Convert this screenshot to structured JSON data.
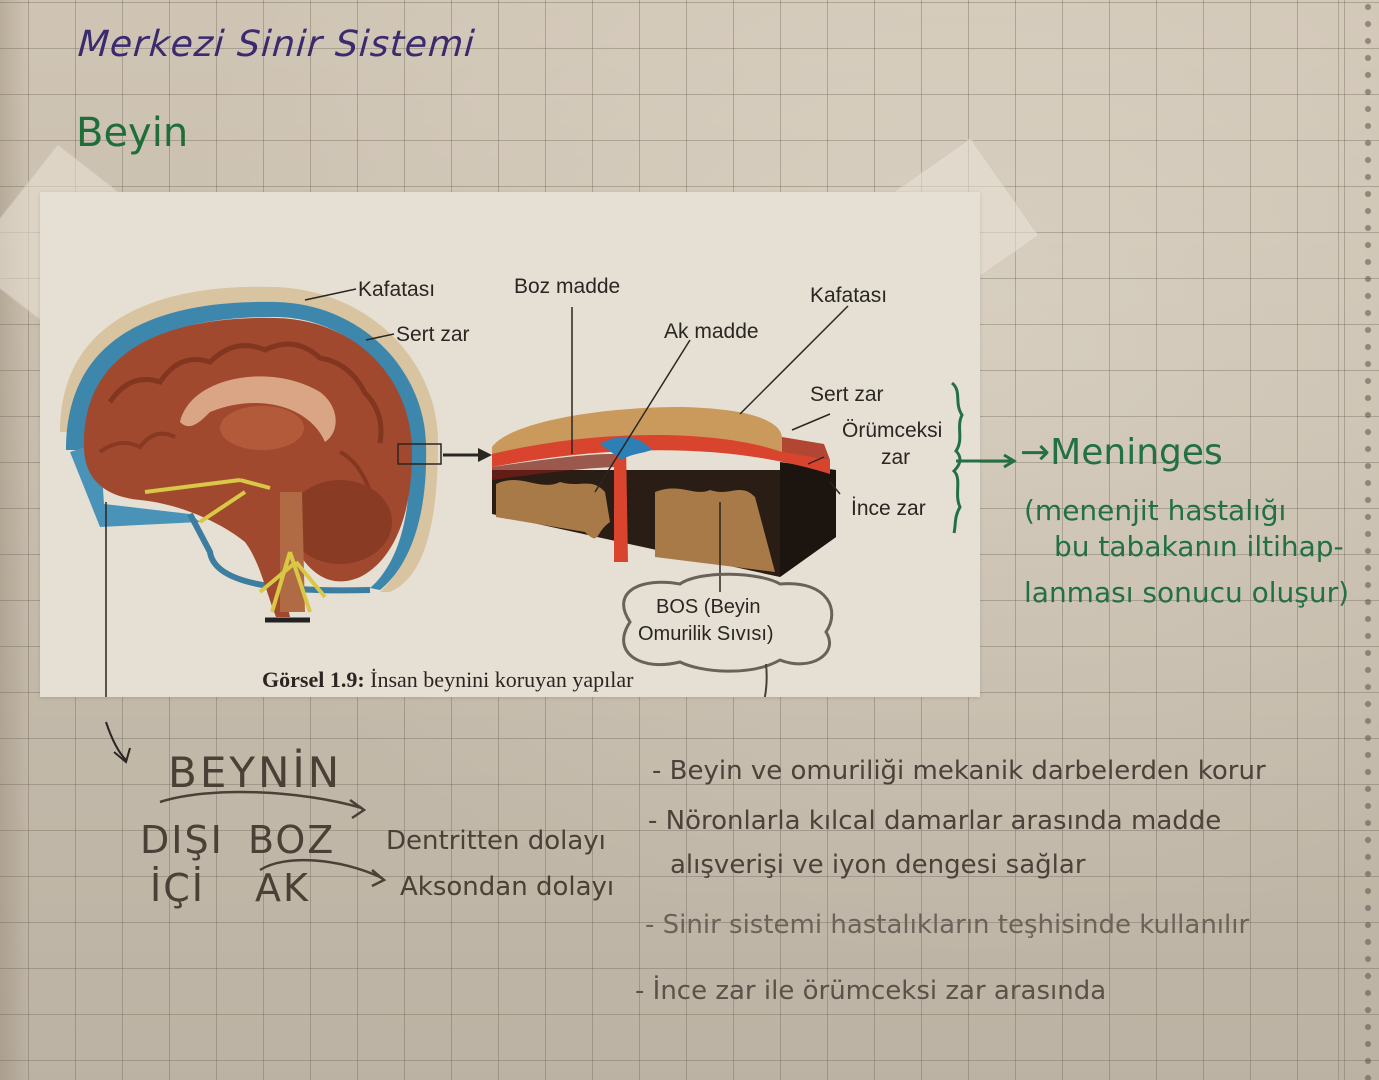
{
  "page": {
    "title": "Merkezi Sinir Sistemi",
    "subtitle": "Beyin",
    "colors": {
      "paper": "#d6cbba",
      "grid": "#8a7f6f",
      "title_ink": "#3b2a6e",
      "green_ink": "#1f6e3a",
      "pencil": "#4a4038",
      "skull": "#c99a5b",
      "dura": "#d9442f",
      "csf": "#2d7fb5",
      "gray_matter": "#2a1d15",
      "white_matter": "#a77a47"
    }
  },
  "figure": {
    "brain_labels": {
      "kafatasi": "Kafatası",
      "sert_zar": "Sert zar"
    },
    "section_labels": {
      "boz_madde": "Boz madde",
      "ak_madde": "Ak madde",
      "kafatasi": "Kafatası",
      "sert_zar": "Sert zar",
      "orumceksi_zar_1": "Örümceksi",
      "orumceksi_zar_2": "zar",
      "ince_zar": "İnce zar",
      "bos_1": "BOS (Beyin",
      "bos_2": "Omurilik Sıvısı)"
    },
    "caption_bold": "Görsel 1.9:",
    "caption_text": " İnsan beynini koruyan yapılar"
  },
  "meninges_note": {
    "title": "→Meninges",
    "lines": [
      "(menenjit hastalığı",
      "bu tabakanın iltihap-",
      "lanması sonucu oluşur)"
    ]
  },
  "brain_note": {
    "heading": "BEYNİN",
    "rows": [
      {
        "position": "DIŞI",
        "matter": "BOZ",
        "reason": "Dentritten dolayı"
      },
      {
        "position": "İÇİ",
        "matter": "AK",
        "reason": "Aksondan dolayı"
      }
    ]
  },
  "bos_note": {
    "items": [
      "- Beyin ve omuriliği mekanik darbelerden korur",
      "- Nöronlarla kılcal damarlar arasında madde",
      "alışverişi ve iyon dengesi sağlar",
      "- Sinir sistemi hastalıkların teşhisinde kullanılır",
      "- İnce zar ile örümceksi zar arasında"
    ]
  }
}
